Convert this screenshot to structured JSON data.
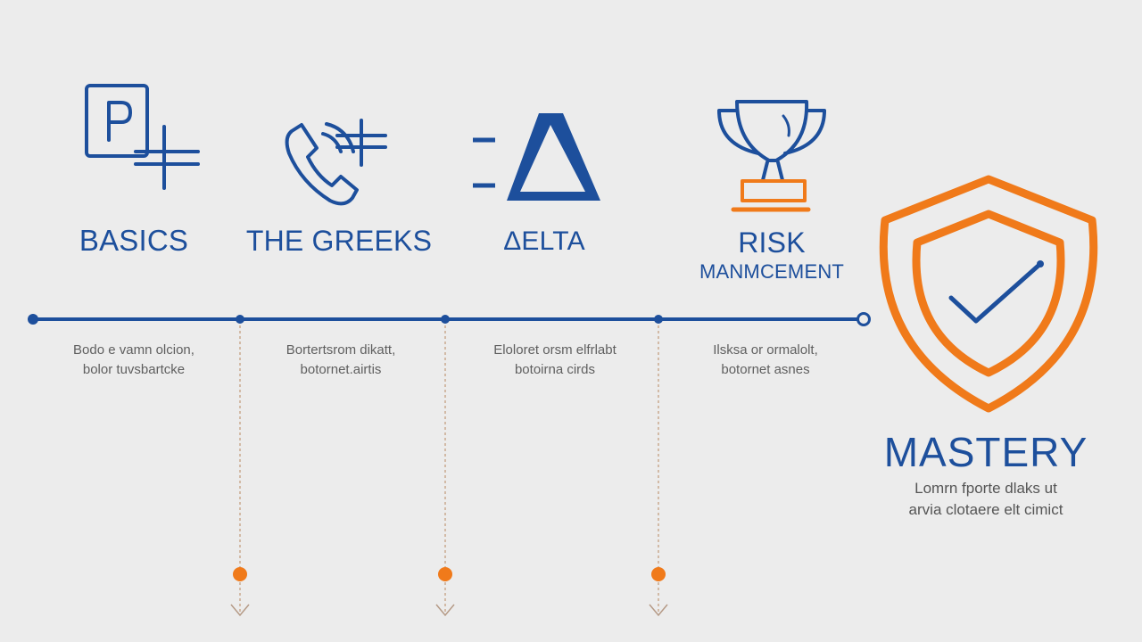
{
  "colors": {
    "blue": "#1d4f9c",
    "orange": "#f07a1a",
    "text_gray": "#5f5f5f",
    "dash": "#c9a98f"
  },
  "stages": [
    {
      "title_lines": [
        "BASICS"
      ],
      "desc_lines": [
        "Bodo e vamn olcion,",
        "bolor tuvsbartcke"
      ],
      "icon": "p-plus-icon"
    },
    {
      "title_lines": [
        "THE GREEKS"
      ],
      "desc_lines": [
        "Bortertsrom dikatt,",
        "botornet.airtis"
      ],
      "icon": "phone-plus-icon"
    },
    {
      "title_lines": [
        "ΔELTA"
      ],
      "desc_lines": [
        "Eloloret orsm elfrlabt",
        "botoirna cirds"
      ],
      "icon": "delta-icon"
    },
    {
      "title_lines": [
        "RISK",
        "MANMCEMENT"
      ],
      "desc_lines": [
        "Ilsksa or ormalolt,",
        "botornet asnes"
      ],
      "icon": "trophy-icon"
    }
  ],
  "mastery": {
    "title": "MASTERY",
    "desc_lines": [
      "Lomrn fporte dlaks ut",
      "arvia clotaere elt cimict"
    ],
    "icon": "shield-check-icon"
  }
}
